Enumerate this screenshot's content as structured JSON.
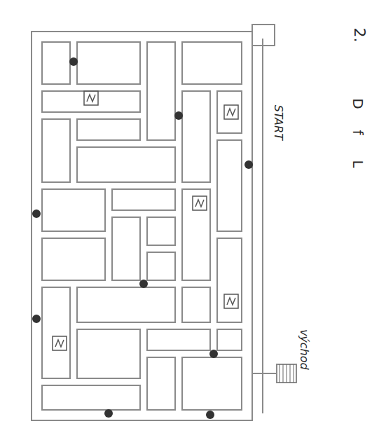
{
  "diagram": {
    "labels": [
      "2.",
      "D",
      "f",
      "L",
      "START",
      "východ"
    ]
  }
}
